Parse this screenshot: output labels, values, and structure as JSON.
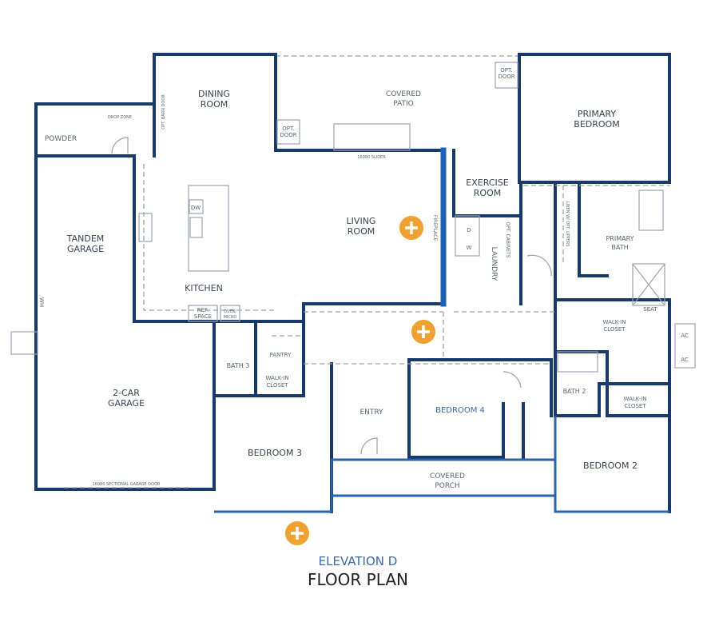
{
  "rooms": {
    "dining": [
      "DINING",
      "ROOM"
    ],
    "patio": [
      "COVERED",
      "PATIO"
    ],
    "primary_bedroom": [
      "PRIMARY",
      "BEDROOM"
    ],
    "powder": "POWDER",
    "drop_zone": "DROP ZONE",
    "barn_door": "OPT. BARN DOOR",
    "opt_door_1": [
      "OPT.",
      "DOOR"
    ],
    "opt_door_2": [
      "OPT.",
      "DOOR"
    ],
    "slider": "16080 SLIDER",
    "exercise": [
      "EXERCISE",
      "ROOM"
    ],
    "living": [
      "LIVING",
      "ROOM"
    ],
    "fireplace": "FIREPLACE",
    "tandem_garage": [
      "TANDEM",
      "GARAGE"
    ],
    "wh": "WH",
    "dw": "DW",
    "kitchen": "KITCHEN",
    "ref_space": [
      "REF.",
      "SPACE"
    ],
    "oven_micro": [
      "OVEN/",
      "MICRO"
    ],
    "laundry": "LAUNDRY",
    "opt_cabinets": "OPT. CABINETS",
    "dryer": "D",
    "washer": "W",
    "linen": "LINEN W/ OPT. UPPERS",
    "primary_bath": [
      "PRIMARY",
      "BATH"
    ],
    "seat": "SEAT",
    "walk_in_primary": [
      "WALK-IN",
      "CLOSET"
    ],
    "ac1": "AC",
    "ac2": "AC",
    "pantry": "PANTRY",
    "bath3": "BATH 3",
    "walk_in_3": [
      "WALK-IN",
      "CLOSET"
    ],
    "garage": [
      "2-CAR",
      "GARAGE"
    ],
    "entry": "ENTRY",
    "bedroom4": "BEDROOM 4",
    "bath2": "BATH 2",
    "walk_in_2": [
      "WALK-IN",
      "CLOSET"
    ],
    "bedroom3": "BEDROOM 3",
    "porch": [
      "COVERED",
      "PORCH"
    ],
    "bedroom2": "BEDROOM 2",
    "garage_door": "16080 SECTIONAL GARAGE DOOR"
  },
  "title": {
    "elevation": "ELEVATION D",
    "plan": "FLOOR PLAN"
  },
  "colors": {
    "wall": "#173a6a",
    "front_wall": "#2a63b0",
    "hotspot": "#f0a030"
  },
  "hotspots": [
    {
      "icon": "plus-icon"
    },
    {
      "icon": "plus-icon"
    },
    {
      "icon": "plus-icon"
    }
  ]
}
